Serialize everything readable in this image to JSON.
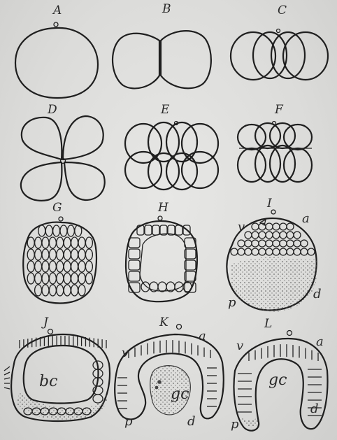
{
  "figures": [
    {
      "id": "A",
      "caption": "A"
    },
    {
      "id": "B",
      "caption": "B"
    },
    {
      "id": "C",
      "caption": "C"
    },
    {
      "id": "D",
      "caption": "D"
    },
    {
      "id": "E",
      "caption": "E"
    },
    {
      "id": "F",
      "caption": "F"
    },
    {
      "id": "G",
      "caption": "G"
    },
    {
      "id": "H",
      "caption": "H"
    },
    {
      "id": "I",
      "caption": "I"
    },
    {
      "id": "J",
      "caption": "J"
    },
    {
      "id": "K",
      "caption": "K"
    },
    {
      "id": "L",
      "caption": "L"
    }
  ],
  "annotations": {
    "I": {
      "v": "v",
      "a": "a",
      "p": "p",
      "d": "d"
    },
    "J": {
      "bc": "bc"
    },
    "K": {
      "v": "v",
      "a": "a",
      "gc": "gc",
      "p": "p",
      "d": "d"
    },
    "L": {
      "v": "v",
      "a": "a",
      "gc": "gc",
      "p": "p",
      "d": "d"
    }
  },
  "colors": {
    "ink": "#1f1f1f",
    "paper": "#dcdcda"
  }
}
